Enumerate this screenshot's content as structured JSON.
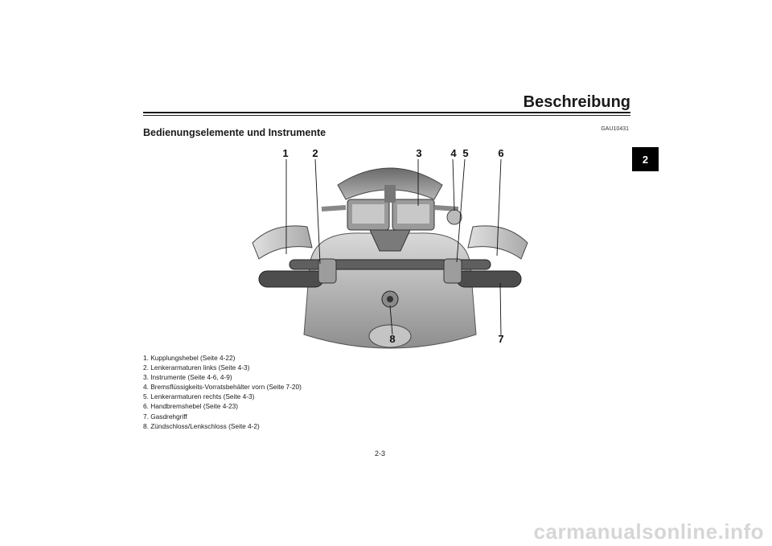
{
  "header": {
    "title": "Beschreibung",
    "chapter": "2"
  },
  "doc_code": "GAU10431",
  "section_title": "Bedienungselemente und Instrumente",
  "callouts": [
    "1",
    "2",
    "3",
    "4",
    "5",
    "6",
    "7",
    "8"
  ],
  "legend": [
    "1. Kupplungshebel (Seite 4-22)",
    "2. Lenkerarmaturen links (Seite 4-3)",
    "3. Instrumente (Seite 4-6, 4-9)",
    "4. Bremsflüssigkeits-Vorratsbehälter vorn (Seite 7-20)",
    "5. Lenkerarmaturen rechts (Seite 4-3)",
    "6. Handbremshebel (Seite 4-23)",
    "7. Gasdrehgriff",
    "8. Zündschloss/Lenkschloss (Seite 4-2)"
  ],
  "page_number": "2-3",
  "watermark": "carmanualsonline.info"
}
